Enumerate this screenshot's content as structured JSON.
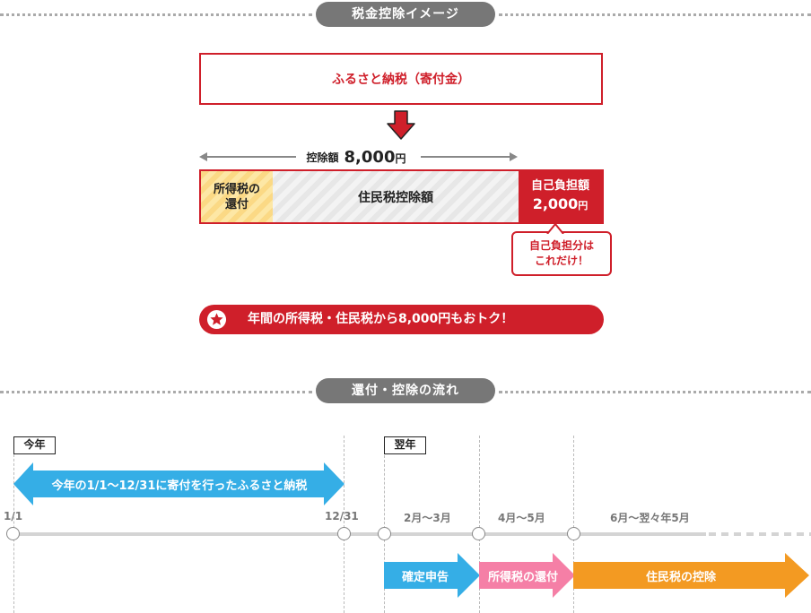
{
  "section1": {
    "title": "税金控除イメージ"
  },
  "diagram": {
    "donation_box": "ふるさと納税（寄付金）",
    "deduction_label": "控除額",
    "deduction_value": "8,000",
    "deduction_unit": "円",
    "income_tax_refund": [
      "所得税の",
      "還付"
    ],
    "resident_tax_deduction": "住民税控除額",
    "self_burden_label": "自己負担額",
    "self_burden_value": "2,000",
    "self_burden_unit": "円",
    "callout": [
      "自己負担分は",
      "これだけ！"
    ],
    "banner": "年間の所得税・住民税から8,000円もおトク！"
  },
  "section2": {
    "title": "還付・控除の流れ"
  },
  "timeline": {
    "this_year": "今年",
    "next_year": "翌年",
    "donation_period": "今年の1/1〜12/31に寄付を行ったふるさと納税",
    "ticks": [
      "1/1",
      "12/31",
      "2月〜3月",
      "4月〜5月",
      "6月〜翌々年5月"
    ],
    "steps": [
      "確定申告",
      "所得税の還付",
      "住民税の控除"
    ]
  },
  "colors": {
    "red": "#cf1f2a",
    "gray_pill": "#777777",
    "blue": "#35aee6",
    "pink": "#f57fa6",
    "orange": "#f39a22"
  }
}
